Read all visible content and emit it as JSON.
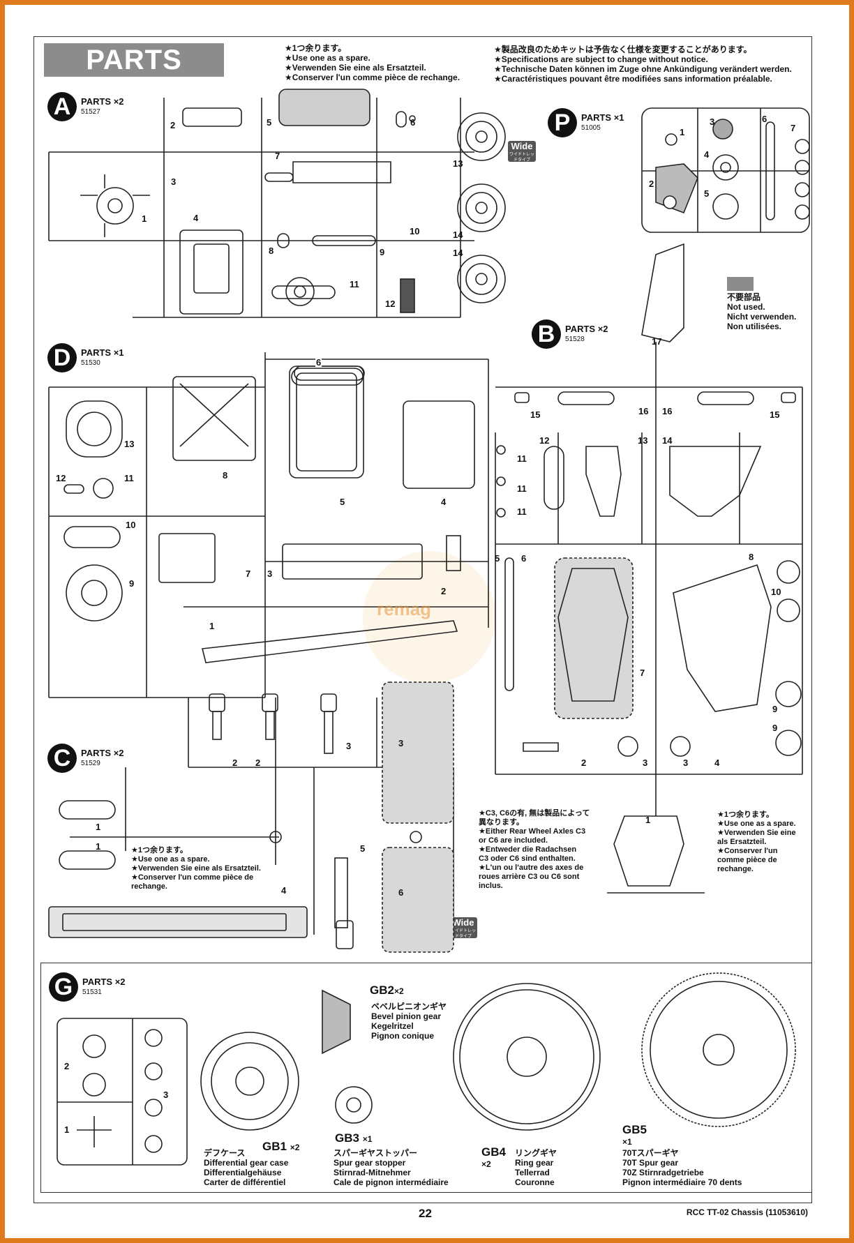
{
  "header": {
    "title": "PARTS",
    "spare_note": [
      "★1つ余ります。",
      "★Use one as a spare.",
      "★Verwenden Sie eine als Ersatzteil.",
      "★Conserver l'un comme pièce de rechange."
    ],
    "spec_note": [
      "★製品改良のためキットは予告なく仕様を変更することがあります。",
      "★Specifications are subject to change without notice.",
      "★Technische Daten können im Zuge ohne Ankündigung verändert werden.",
      "★Caractéristiques pouvant être modifiées sans information préalable."
    ]
  },
  "trees": {
    "A": {
      "letter": "A",
      "label": "PARTS ×2",
      "code": "51527"
    },
    "P": {
      "letter": "P",
      "label": "PARTS ×1",
      "code": "51005"
    },
    "B": {
      "letter": "B",
      "label": "PARTS ×2",
      "code": "51528"
    },
    "D": {
      "letter": "D",
      "label": "PARTS ×1",
      "code": "51530"
    },
    "C": {
      "letter": "C",
      "label": "PARTS ×2",
      "code": "51529"
    },
    "G": {
      "letter": "G",
      "label": "PARTS ×2",
      "code": "51531"
    }
  },
  "not_used": [
    "不要部品",
    "Not used.",
    "Nicht verwenden.",
    "Non utilisées."
  ],
  "wide_tag": {
    "label": "Wide",
    "sub": "ワイドトレッドタイプ"
  },
  "c_notes": {
    "spare": [
      "★1つ余ります。",
      "★Use one as a spare.",
      "★Verwenden Sie eine als Ersatzteil.",
      "★Conserver l'un comme pièce de",
      "rechange."
    ],
    "axles": [
      "★C3, C6の有, 無は製品によって",
      "異なります。",
      "★Either Rear Wheel Axles C3",
      "or C6 are included.",
      "★Entweder die Radachsen",
      "C3 oder C6 sind enthalten.",
      "★L'un ou l'autre des axes de",
      "roues arrière C3 ou C6 sont",
      "inclus."
    ]
  },
  "b_spare_note": [
    "★1つ余ります。",
    "★Use one as a spare.",
    "★Verwenden Sie eine",
    "als Ersatzteil.",
    "★Conserver l'un",
    "comme pièce de",
    "rechange."
  ],
  "gears": {
    "gb2": {
      "title": "GB2",
      "qty": "×2",
      "lines": [
        "ベベルピニオンギヤ",
        "Bevel pinion gear",
        "Kegelritzel",
        "Pignon conique"
      ]
    },
    "gb1": {
      "title": "GB1",
      "qty": "×2",
      "jp": "デフケース",
      "lines": [
        "Differential gear case",
        "Differentialgehäuse",
        "Carter de différentiel"
      ]
    },
    "gb3": {
      "title": "GB3",
      "qty": "×1",
      "lines": [
        "スパーギヤストッパー",
        "Spur gear stopper",
        "Stirnrad-Mitnehmer",
        "Cale de pignon intermédiaire"
      ]
    },
    "gb4": {
      "title": "GB4",
      "qty": "×2",
      "lines": [
        "リングギヤ",
        "Ring gear",
        "Tellerrad",
        "Couronne"
      ]
    },
    "gb5": {
      "title": "GB5",
      "qty": "×1",
      "lines": [
        "70Tスパーギヤ",
        "70T Spur gear",
        "70Z Stirnradgetriebe",
        "Pignon intermédiaire 70 dents"
      ]
    }
  },
  "footer": {
    "page": "22",
    "model": "RCC TT-02 Chassis (11053610)"
  }
}
